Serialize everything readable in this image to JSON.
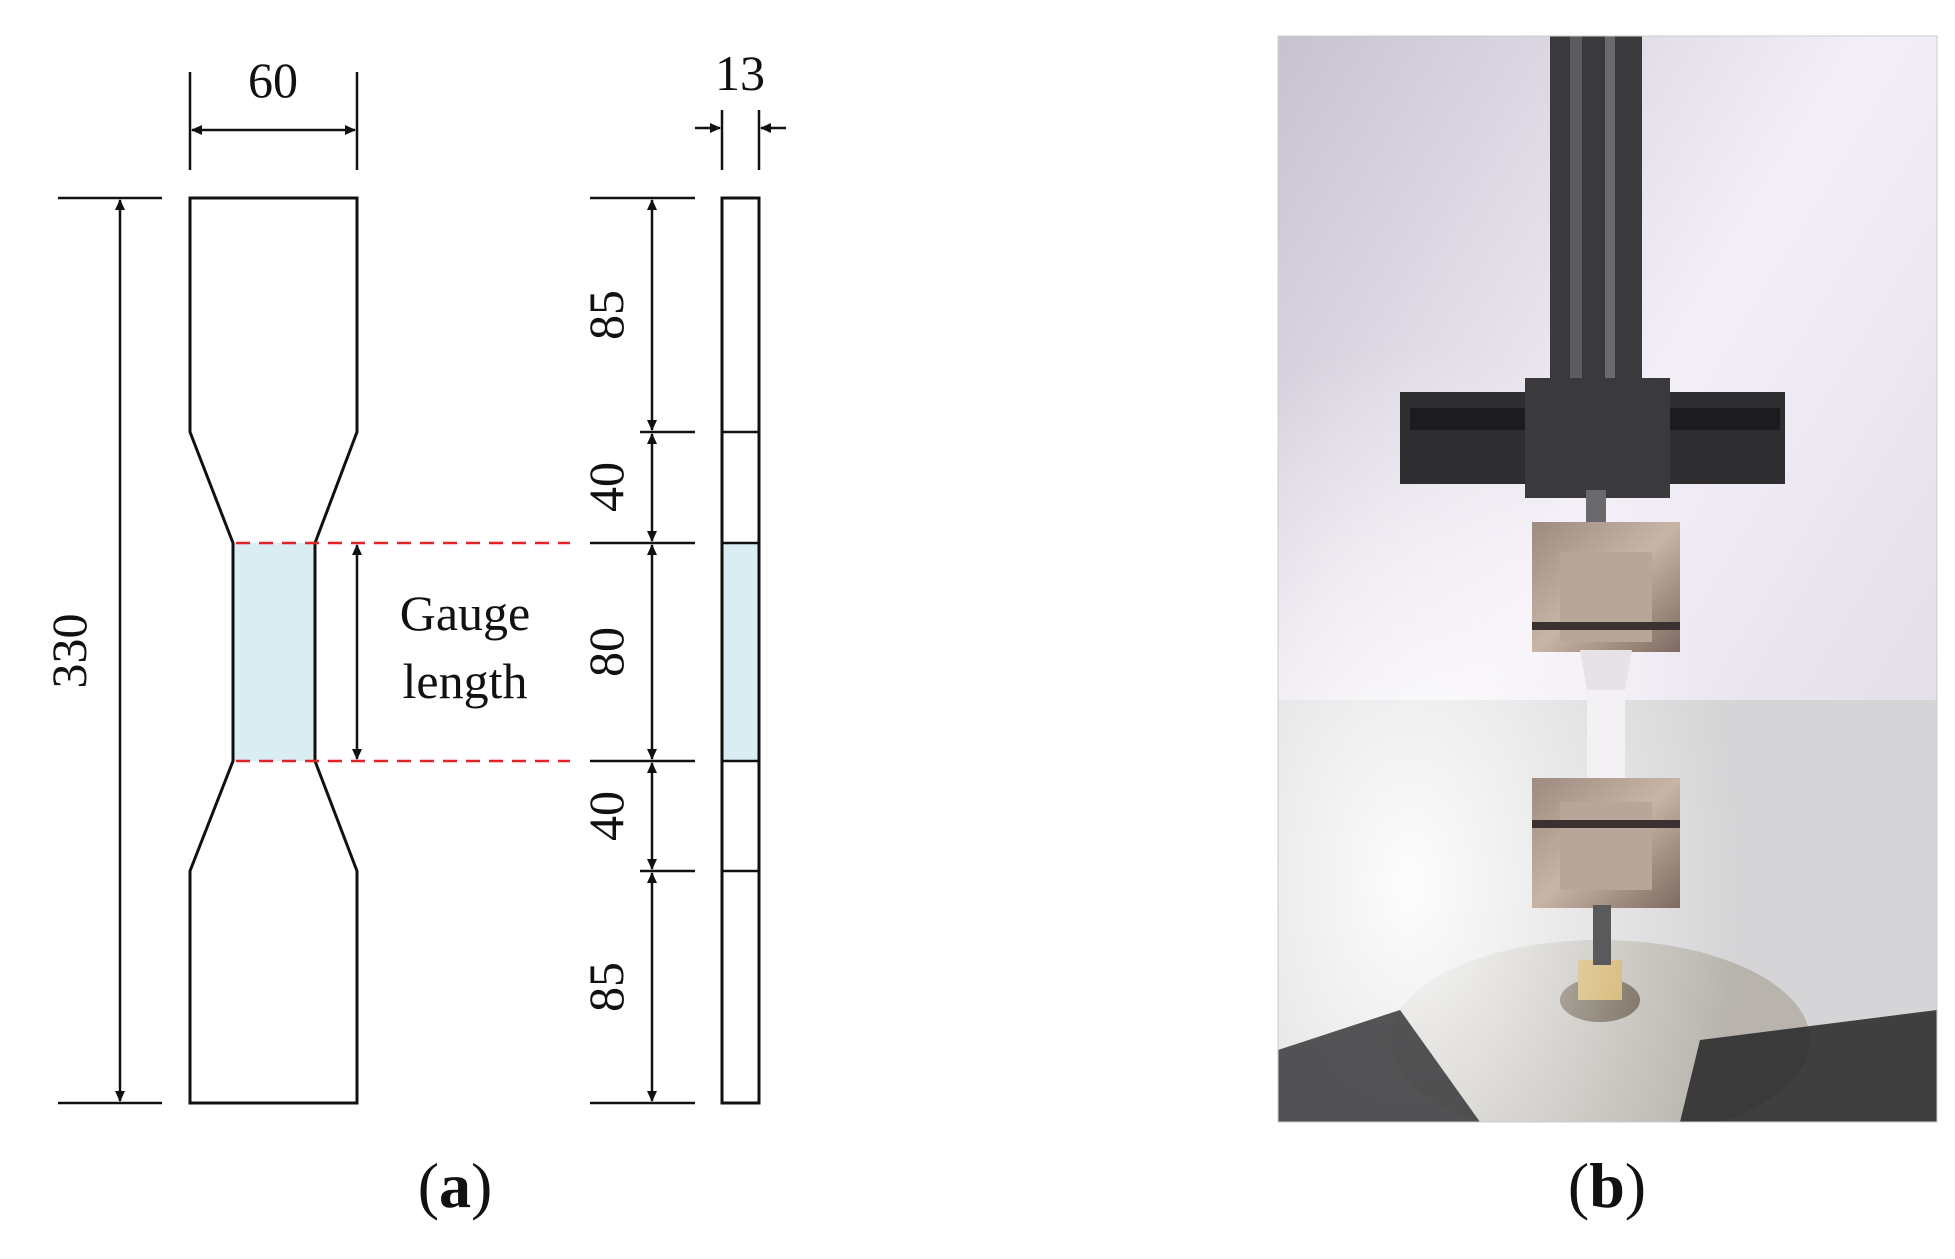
{
  "colors": {
    "line": "#111111",
    "gauge_fill": "#d9edf3",
    "gauge_marker": "#e0242a",
    "photo_wall": "#e9e4ee",
    "photo_steel": "#3a3a3c",
    "photo_grip": "#8a7a70"
  },
  "panel_a": {
    "front_view": {
      "width_dim": "60",
      "total_length_dim": "330"
    },
    "side_view": {
      "thickness_dim": "13",
      "segments": [
        "85",
        "40",
        "80",
        "40",
        "85"
      ]
    },
    "gauge_label_line1": "Gauge",
    "gauge_label_line2": "length",
    "caption_open": "(",
    "caption_letter": "a",
    "caption_close": ")"
  },
  "panel_b": {
    "photo_description_icon": "tensile-test-machine-photo",
    "caption_open": "(",
    "caption_letter": "b",
    "caption_close": ")"
  }
}
